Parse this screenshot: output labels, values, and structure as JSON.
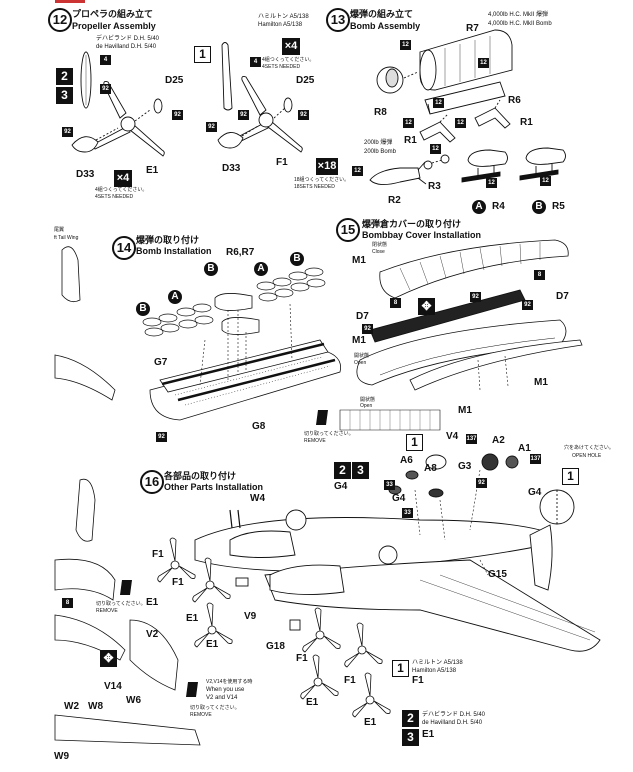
{
  "step12": {
    "number": "12",
    "title_jp": "プロペラの組み立て",
    "title_en": "Propeller Assembly",
    "dh_caption_jp": "デハビランド D.H. 5/40",
    "dh_caption_en": "de Havilland D.H. 5/40",
    "hamilton_caption_jp": "ハミルトン A5/138",
    "hamilton_caption_en": "Hamilton A5/138",
    "qty_4": "×4",
    "sets_jp": "4組つくってください。",
    "sets_en": "4SETS NEEDED",
    "parts": {
      "d25": "D25",
      "e1": "E1",
      "d33": "D33",
      "f1": "F1"
    },
    "cement_4": "4",
    "cement_92": "92",
    "variant_1": "1",
    "variant_2": "2",
    "variant_3": "3"
  },
  "step13": {
    "number": "13",
    "title_jp": "爆弾の組み立て",
    "title_en": "Bomb Assembly",
    "bomb4000_jp": "4,000lb H.C. MkII 爆弾",
    "bomb4000_en": "4,000lb H.C. MkII Bomb",
    "bomb200_jp": "200lb 爆弾",
    "bomb200_en": "200lb Bomb",
    "qty_18": "×18",
    "sets_jp": "18組つくってください。",
    "sets_en": "18SETS NEEDED",
    "parts": {
      "r7": "R7",
      "r8": "R8",
      "r6": "R6",
      "r1a": "R1",
      "r1b": "R1",
      "r2": "R2",
      "r3": "R3",
      "r4": "R4",
      "r5": "R5",
      "a": "A",
      "b": "B"
    },
    "cement_12": "12"
  },
  "step14": {
    "number": "14",
    "title_jp": "爆弾の取り付け",
    "title_en": "Bomb Installation",
    "parts": {
      "r6r7": "R6,R7",
      "g7": "G7",
      "g8": "G8",
      "a": "A",
      "b": "B"
    },
    "cement_92": "92"
  },
  "step15": {
    "number": "15",
    "title_jp": "爆弾倉カバーの取り付け",
    "title_en": "Bombbay Cover Installation",
    "closed_jp": "閉状態",
    "closed_en": "Close",
    "open_jp": "開状態",
    "open_en": "Open",
    "parts": {
      "m1a": "M1",
      "m1b": "M1",
      "m1c": "M1",
      "m1d": "M1",
      "d7a": "D7",
      "d7b": "D7"
    },
    "cement_8": "8",
    "cement_92": "92",
    "remove_jp": "切り取ってください。",
    "remove_en": "REMOVE"
  },
  "left_margin": {
    "tail_wing_jp": "尾翼",
    "tail_wing_en": "ft Tail Wing",
    "cement_8": "8",
    "remove_jp": "切り取ってください。",
    "remove_en": "REMOVE",
    "v2": "V2",
    "v14": "V14",
    "w2": "W2",
    "w8": "W8",
    "w6": "W6",
    "w9": "W9",
    "v2v14_jp": "V2,V14を使用する時",
    "v2v14_en1": "When you use",
    "v2v14_en2": "V2 and V14",
    "remove2_jp": "切り取ってください。",
    "remove2_en": "REMOVE"
  },
  "step16": {
    "number": "16",
    "title_jp": "各部品の取り付け",
    "title_en": "Other Parts Installation",
    "open_hole_jp": "穴をあけてください。",
    "open_hole_en": "OPEN HOLE",
    "parts": {
      "v4": "V4",
      "a6": "A6",
      "a8": "A8",
      "a2": "A2",
      "a1": "A1",
      "g3": "G3",
      "g4a": "G4",
      "g4b": "G4",
      "g4c": "G4",
      "w4": "W4",
      "f1a": "F1",
      "f1b": "F1",
      "f1c": "F1",
      "f1d": "F1",
      "e1a": "E1",
      "e1b": "E1",
      "e1c": "E1",
      "e1d": "E1",
      "v9": "V9",
      "g18": "G18",
      "g15": "G15"
    },
    "cement_137": "137",
    "cement_33": "33",
    "cement_92": "92",
    "hamilton_jp": "ハミルトン A5/138",
    "hamilton_en": "Hamilton A5/138",
    "dh_jp": "デハビランド D.H. 5/40",
    "dh_en": "de Havilland D.H. 5/40"
  }
}
